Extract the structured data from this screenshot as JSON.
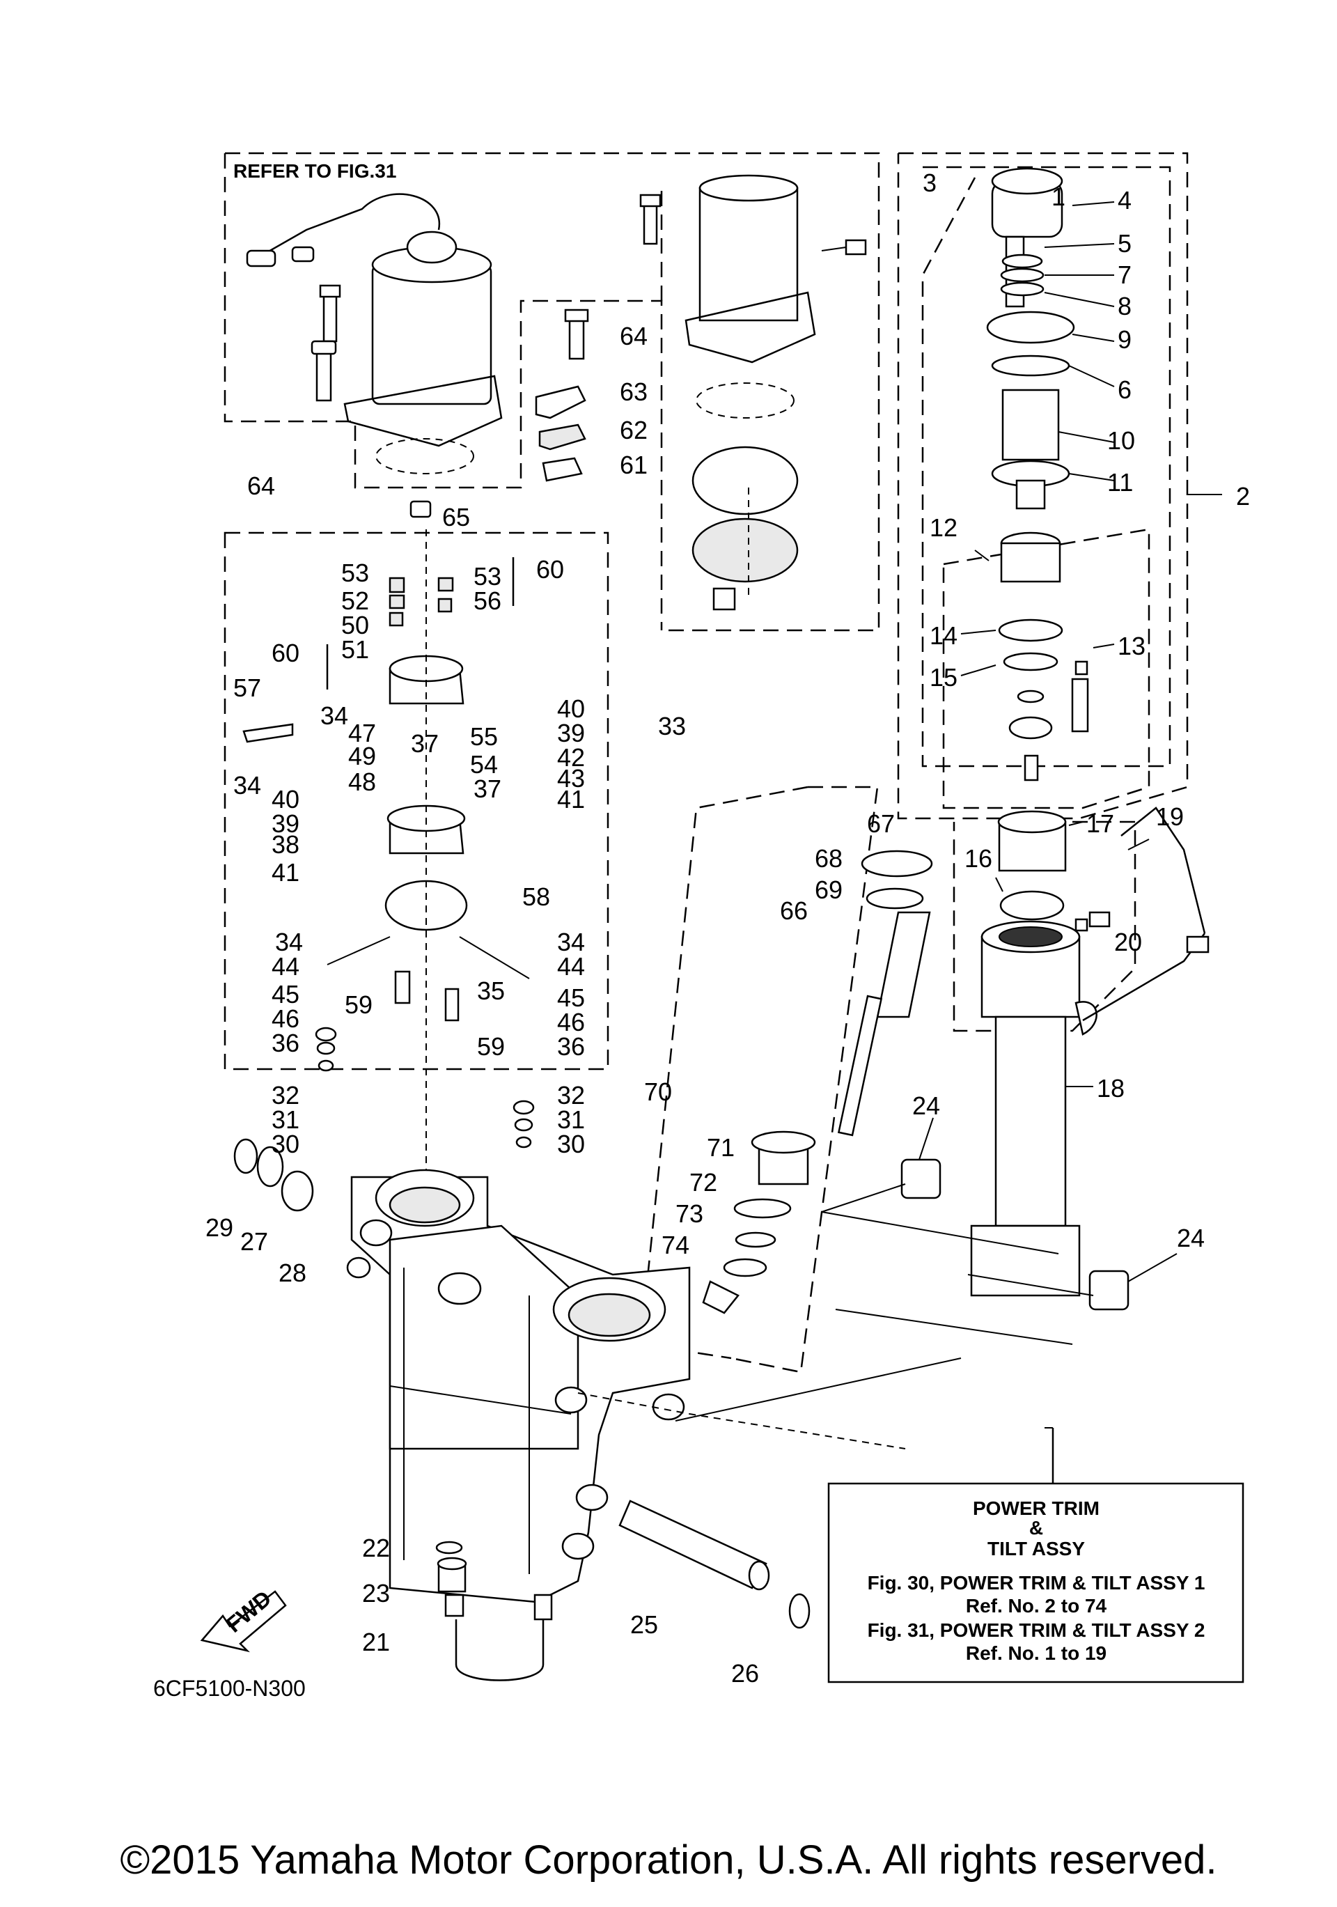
{
  "diagram": {
    "ref_label": "REFER TO FIG.31",
    "code": "6CF5100-N300",
    "fwd_label": "FWD",
    "copyright": "©2015 Yamaha Motor Corporation, U.S.A. All rights reserved.",
    "legend": {
      "title_line1": "POWER TRIM",
      "title_line2": "&",
      "title_line3": "TILT ASSY",
      "fig30": "Fig. 30, POWER TRIM & TILT ASSY 1",
      "fig30_ref": "Ref. No. 2 to 74",
      "fig31": "Fig. 31, POWER TRIM & TILT ASSY 2",
      "fig31_ref": "Ref. No. 1 to 19"
    },
    "callouts": {
      "c1": "1",
      "c2": "2",
      "c3": "3",
      "c4": "4",
      "c5": "5",
      "c6": "6",
      "c7": "7",
      "c8": "8",
      "c9": "9",
      "c10": "10",
      "c11": "11",
      "c12": "12",
      "c13": "13",
      "c14": "14",
      "c15": "15",
      "c16": "16",
      "c17": "17",
      "c18": "18",
      "c19": "19",
      "c20": "20",
      "c21": "21",
      "c22": "22",
      "c23": "23",
      "c24a": "24",
      "c24b": "24",
      "c25": "25",
      "c26": "26",
      "c27": "27",
      "c28": "28",
      "c29": "29",
      "c30a": "30",
      "c30b": "30",
      "c31a": "31",
      "c31b": "31",
      "c32a": "32",
      "c32b": "32",
      "c33": "33",
      "c34a": "34",
      "c34b": "34",
      "c34c": "34",
      "c34d": "34",
      "c35": "35",
      "c36a": "36",
      "c36b": "36",
      "c37a": "37",
      "c37b": "37",
      "c38": "38",
      "c39a": "39",
      "c39b": "39",
      "c40a": "40",
      "c40b": "40",
      "c41a": "41",
      "c41b": "41",
      "c42": "42",
      "c43": "43",
      "c44a": "44",
      "c44b": "44",
      "c45a": "45",
      "c45b": "45",
      "c46a": "46",
      "c46b": "46",
      "c47": "47",
      "c48": "48",
      "c49": "49",
      "c50": "50",
      "c51": "51",
      "c52": "52",
      "c53a": "53",
      "c53b": "53",
      "c54": "54",
      "c55": "55",
      "c56": "56",
      "c57": "57",
      "c58": "58",
      "c59a": "59",
      "c59b": "59",
      "c60a": "60",
      "c60b": "60",
      "c61": "61",
      "c62": "62",
      "c63": "63",
      "c64a": "64",
      "c64b": "64",
      "c65": "65",
      "c66": "66",
      "c67": "67",
      "c68": "68",
      "c69": "69",
      "c70": "70",
      "c71": "71",
      "c72": "72",
      "c73": "73",
      "c74": "74"
    }
  }
}
